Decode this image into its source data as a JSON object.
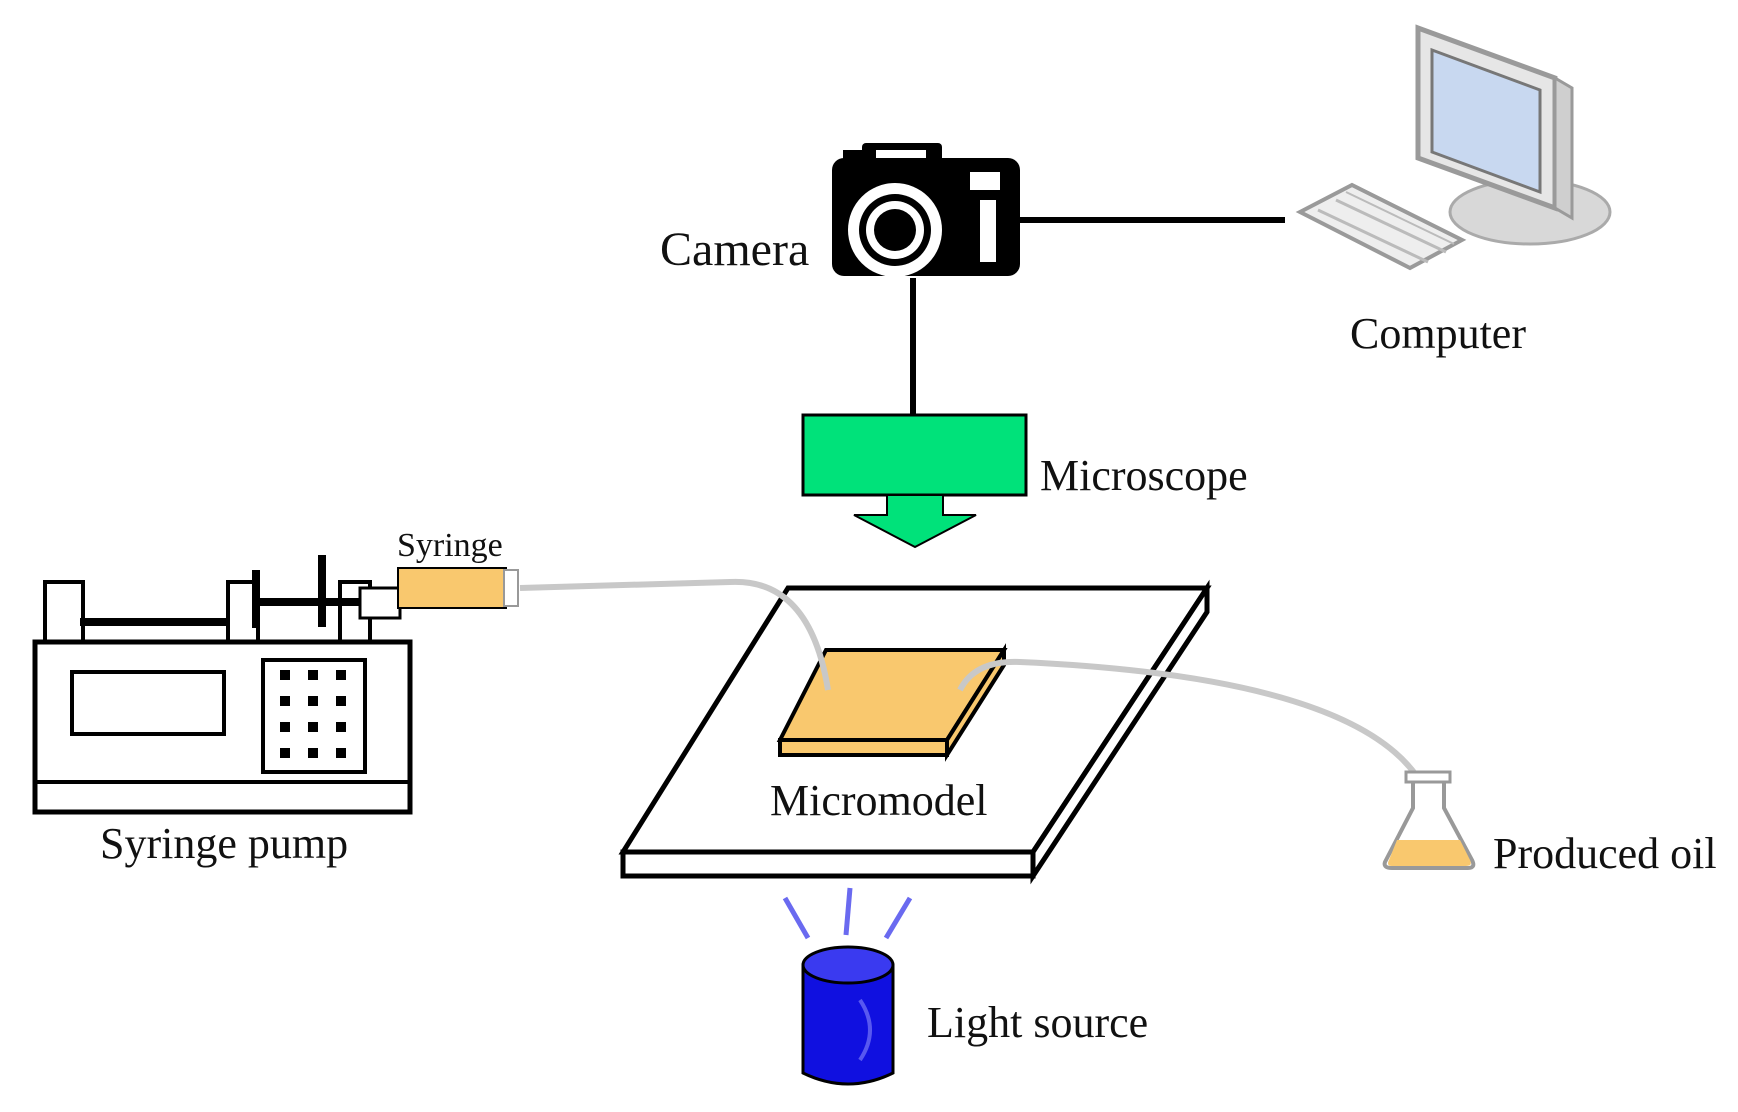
{
  "labels": {
    "camera": "Camera",
    "computer": "Computer",
    "microscope": "Microscope",
    "syringe": "Syringe",
    "micromodel": "Micromodel",
    "syringe_pump": "Syringe pump",
    "produced_oil": "Produced oil",
    "light_source": "Light source"
  },
  "colors": {
    "microscope": "#00e27a",
    "micromodel": "#f9c86e",
    "syringe_fill": "#f9c86e",
    "oil": "#f9c86e",
    "light_source": "#1010e0",
    "light_rays": "#6a6af0",
    "tubing": "#c8c8c8",
    "monitor_screen": "#c8d8f0"
  },
  "icons": {
    "camera": "camera-icon",
    "computer": "computer-icon",
    "flask": "flask-icon",
    "light": "light-source-icon"
  }
}
